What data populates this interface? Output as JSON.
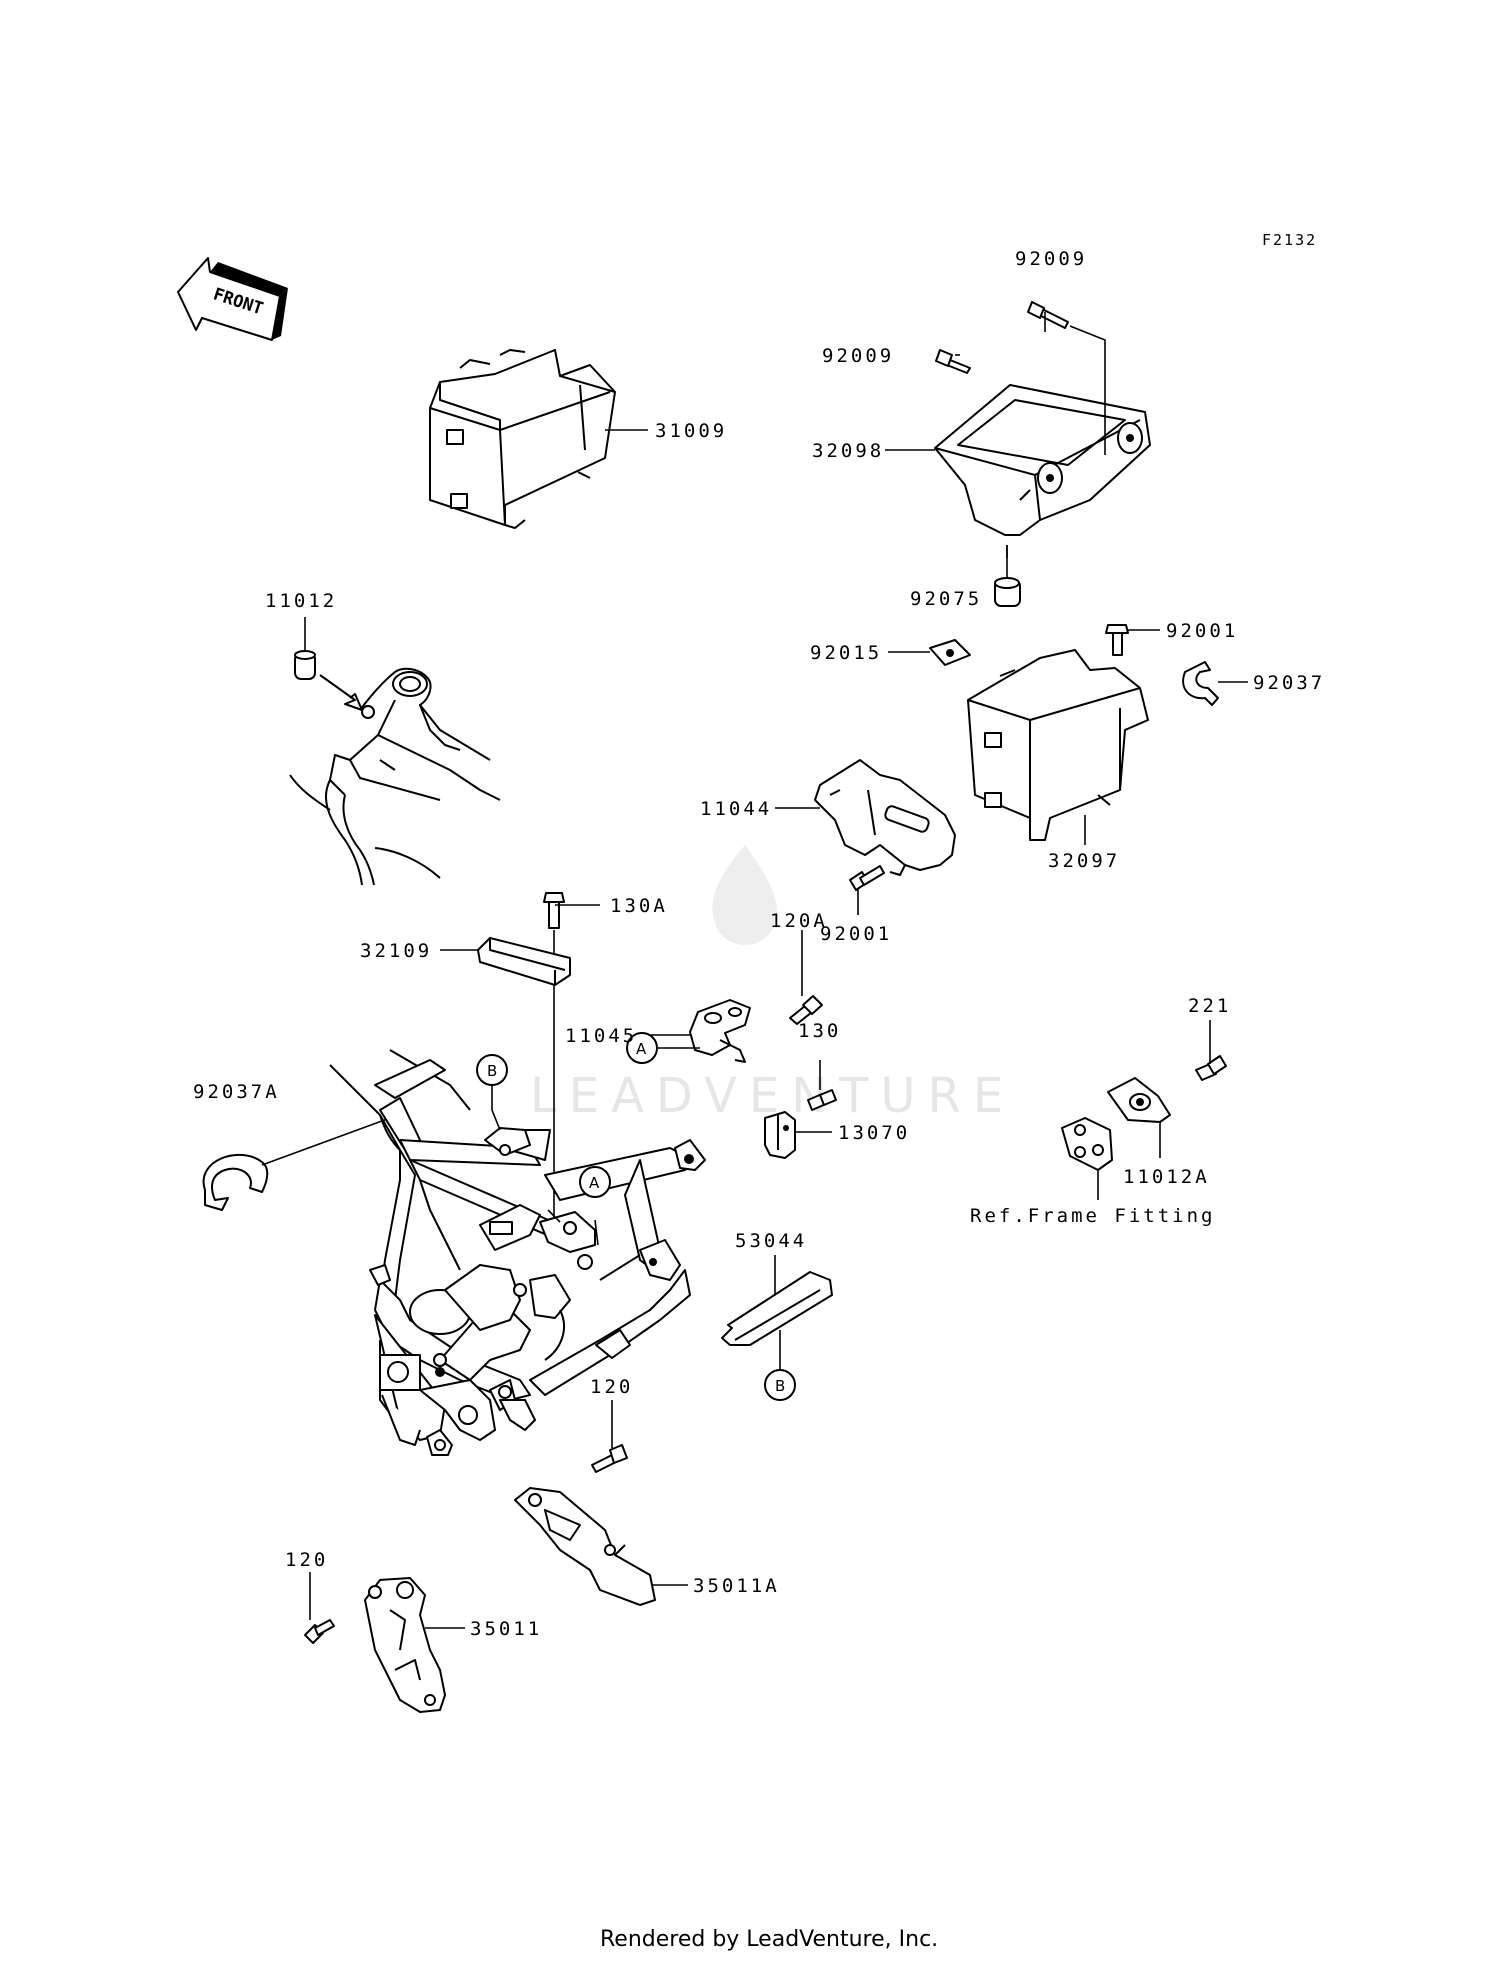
{
  "diagram": {
    "ref_code": "F2132",
    "front_label": "FRONT",
    "watermark": "LEADVENTURE",
    "footer": "Rendered by LeadVenture, Inc.",
    "ref_note": "Ref.Frame Fitting",
    "callouts": {
      "a": "A",
      "b": "B"
    },
    "parts": [
      {
        "id": "p31009",
        "label": "31009"
      },
      {
        "id": "p32098",
        "label": "32098"
      },
      {
        "id": "p92009_a",
        "label": "92009"
      },
      {
        "id": "p92009_b",
        "label": "92009"
      },
      {
        "id": "p92075",
        "label": "92075"
      },
      {
        "id": "p92001_a",
        "label": "92001"
      },
      {
        "id": "p92015",
        "label": "92015"
      },
      {
        "id": "p92037",
        "label": "92037"
      },
      {
        "id": "p11012",
        "label": "11012"
      },
      {
        "id": "p11044",
        "label": "11044"
      },
      {
        "id": "p32097",
        "label": "32097"
      },
      {
        "id": "p92001_b",
        "label": "92001"
      },
      {
        "id": "p130A",
        "label": "130A"
      },
      {
        "id": "p32109",
        "label": "32109"
      },
      {
        "id": "p120A",
        "label": "120A"
      },
      {
        "id": "p11045",
        "label": "11045"
      },
      {
        "id": "p130",
        "label": "130"
      },
      {
        "id": "p13070",
        "label": "13070"
      },
      {
        "id": "p221",
        "label": "221"
      },
      {
        "id": "p92037A",
        "label": "92037A"
      },
      {
        "id": "p11012A",
        "label": "11012A"
      },
      {
        "id": "p53044",
        "label": "53044"
      },
      {
        "id": "p120_a",
        "label": "120"
      },
      {
        "id": "p35011A",
        "label": "35011A"
      },
      {
        "id": "p120_b",
        "label": "120"
      },
      {
        "id": "p35011",
        "label": "35011"
      }
    ]
  }
}
